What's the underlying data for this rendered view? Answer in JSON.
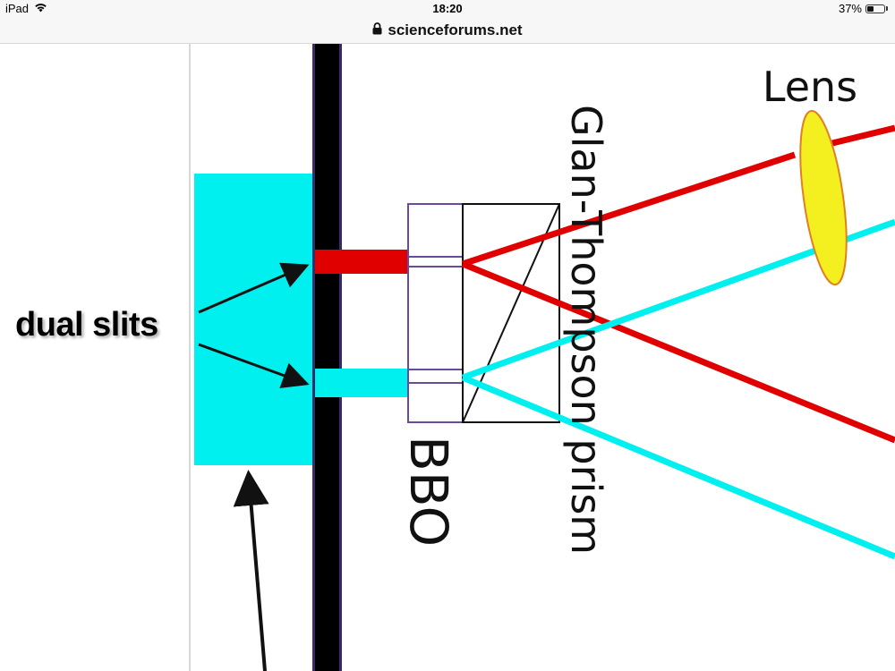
{
  "status_bar": {
    "device": "iPad",
    "time": "18:20",
    "battery_percent": "37%",
    "battery_level": 0.37,
    "wifi_icon": "wifi-icon"
  },
  "browser": {
    "url": "scienceforums.net",
    "lock_icon": "lock-icon"
  },
  "diagram": {
    "labels": {
      "dual_slits": "dual slits",
      "lens": "Lens",
      "prism": "Glan-Thompson prism",
      "bbo": "BBO"
    },
    "colors": {
      "red_beam": "#e00000",
      "cyan_beam": "#00f0f0",
      "lens": "#f0f020",
      "slit_screen": "#000000",
      "cyan_block": "#00f0f0"
    }
  }
}
